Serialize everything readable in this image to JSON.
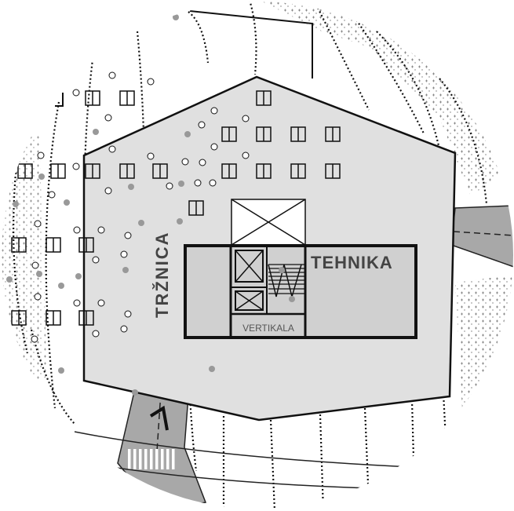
{
  "labels": {
    "market": "TRŽNICA",
    "technical": "TEHNIKA",
    "vertical": "VERTIKALA"
  },
  "colors": {
    "building_fill": "#e0e0e0",
    "core_fill": "#d0d0d0",
    "road_fill": "#a8a8a8",
    "outline": "#111111",
    "label_text": "#444444"
  }
}
